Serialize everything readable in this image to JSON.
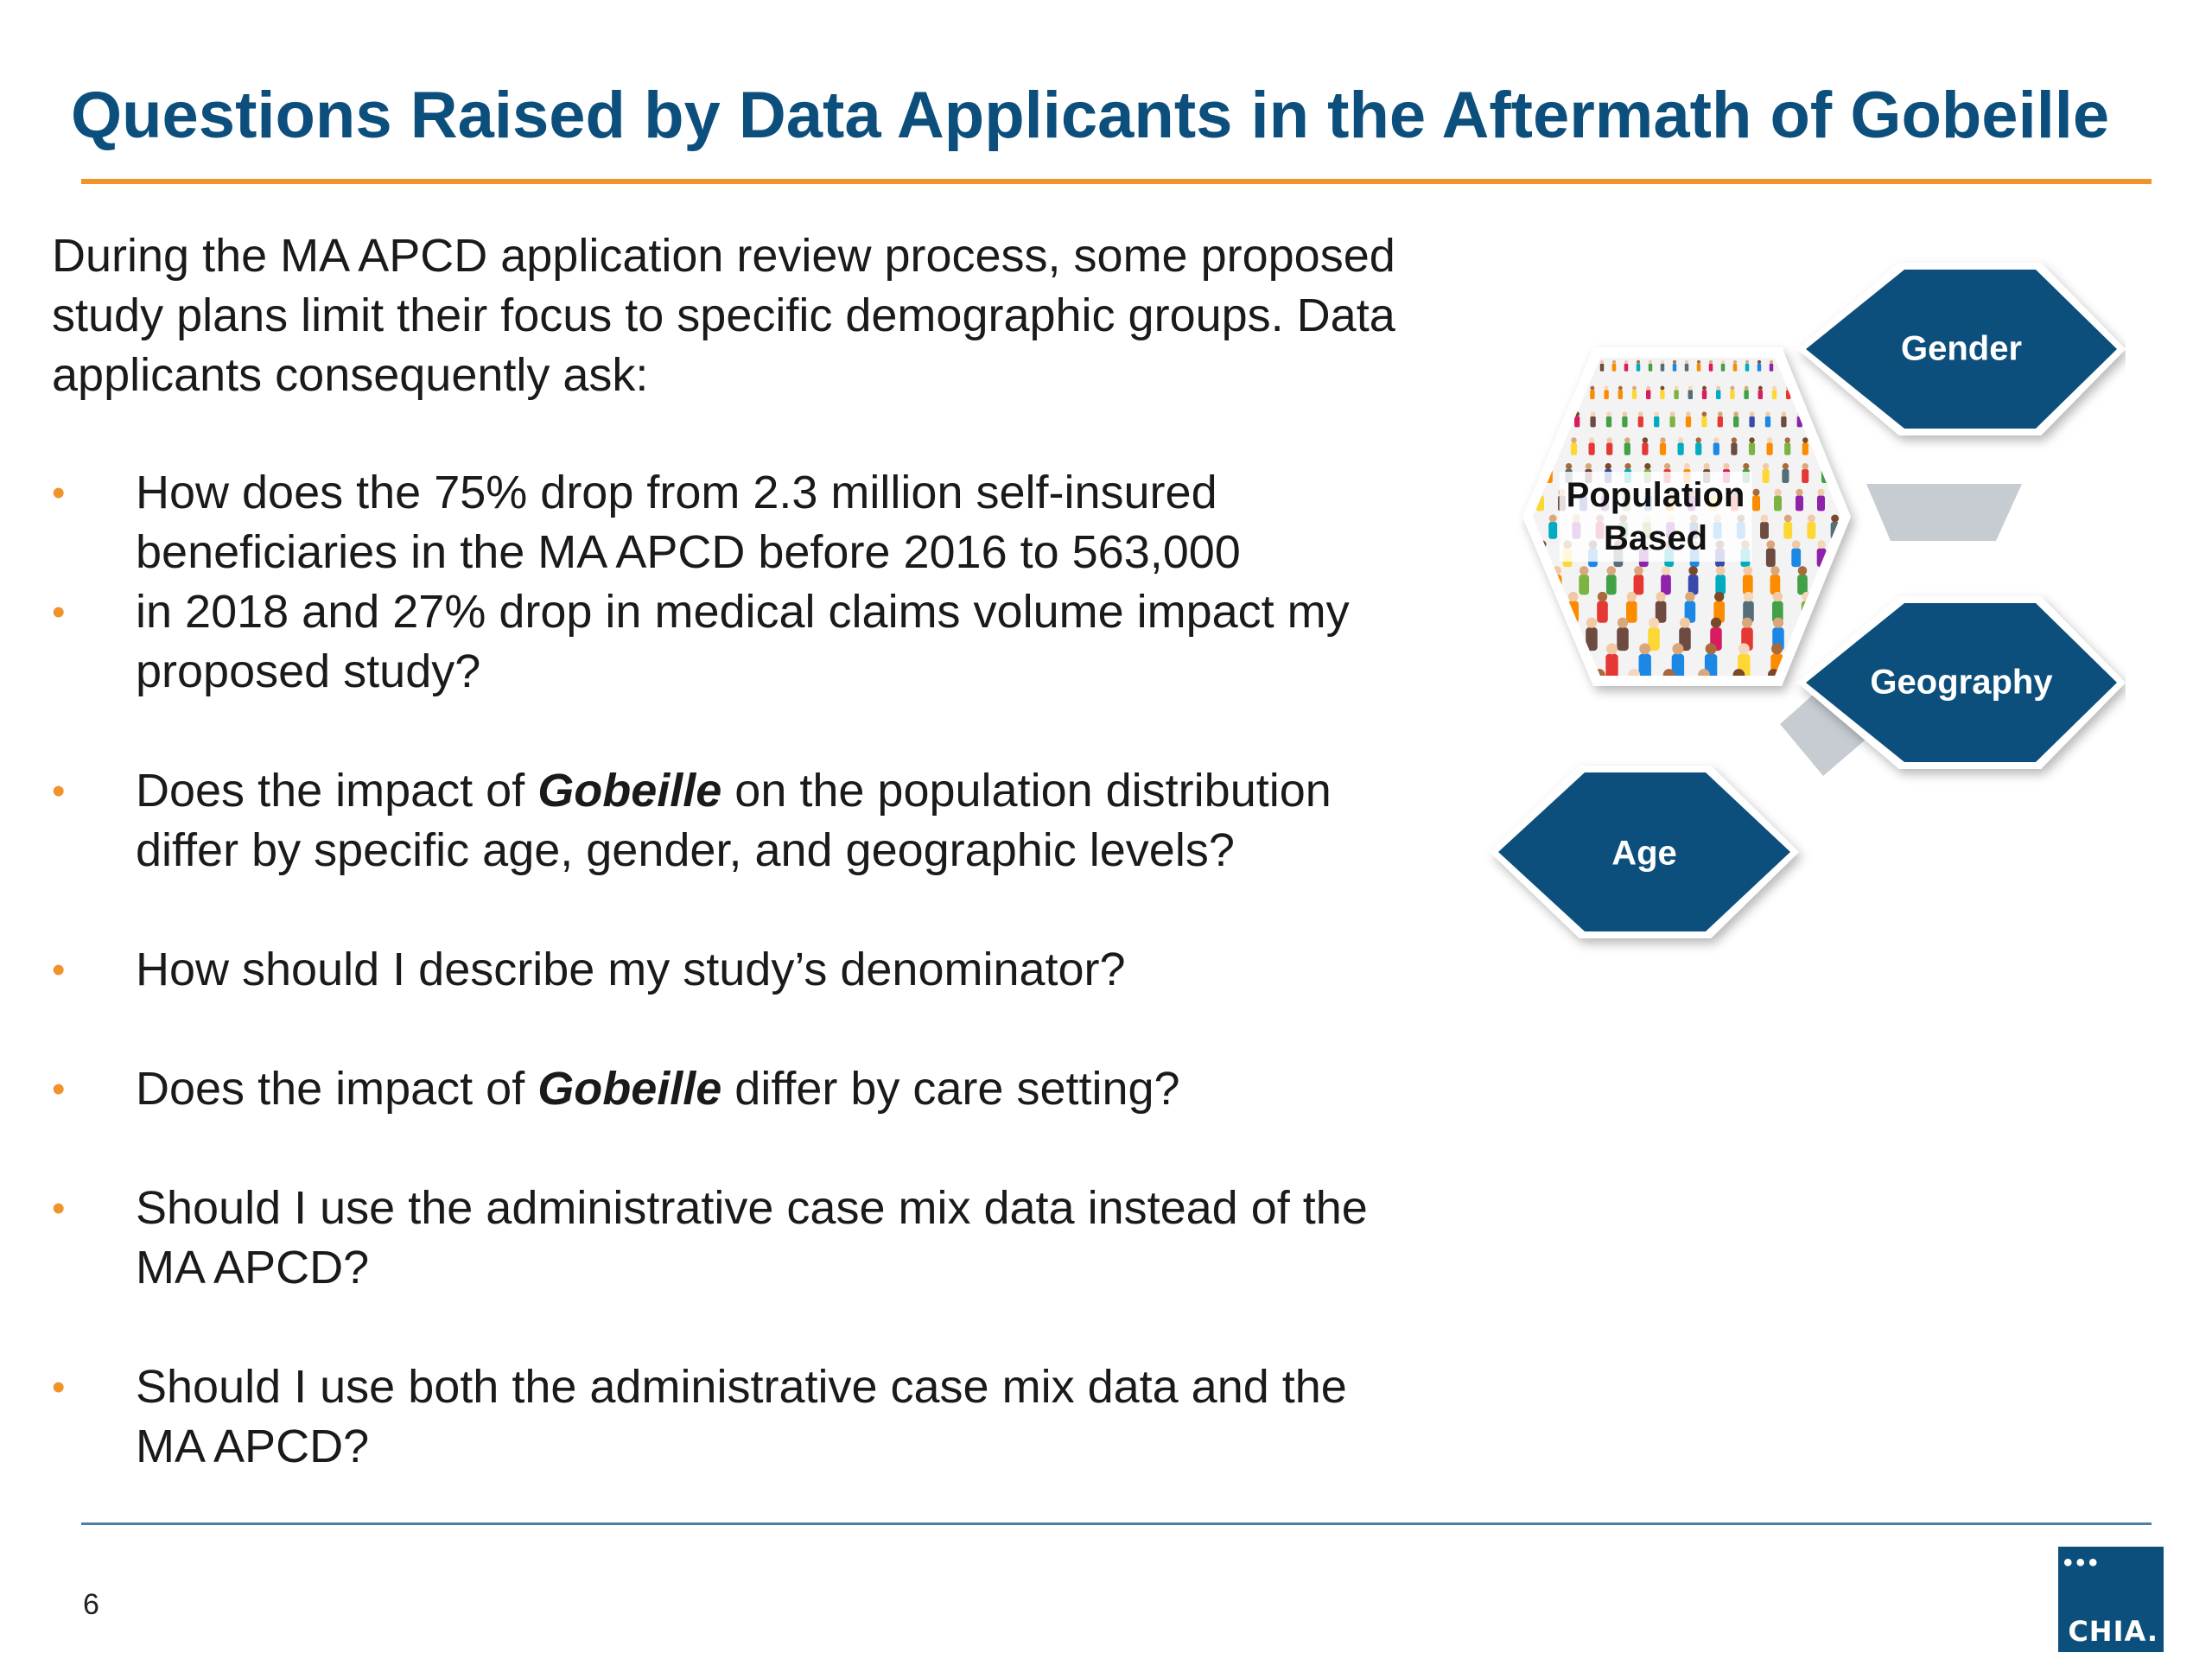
{
  "slide": {
    "title": "Questions Raised by Data Applicants in the Aftermath of Gobeille",
    "intro": "During the MA APCD application review process, some proposed study plans limit their focus to specific demographic groups. Data applicants consequently ask:",
    "bullet_glyph": "•",
    "bullets": [
      {
        "lines": [
          "How does the 75% drop from 2.3 million self-insured",
          "beneficiaries in the MA APCD before 2016 to 563,000",
          "in 2018  and 27% drop in medical claims volume impact my",
          "proposed study?"
        ]
      },
      {
        "before": "Does the impact of ",
        "emphasis": "Gobeille",
        "after": " on the population distribution",
        "line2": "differ by specific age, gender,  and geographic levels?"
      },
      {
        "text": "How should I describe my study’s denominator?"
      },
      {
        "before": "Does the impact of ",
        "emphasis": "Gobeille",
        "after": " differ by care setting?"
      },
      {
        "line1": "Should I use the administrative case mix data instead of the",
        "line2": "MA APCD?"
      },
      {
        "line1": "Should I use both the administrative case mix data and the",
        "line2": "MA APCD?"
      }
    ]
  },
  "graphic": {
    "center_label_line1": "Population",
    "center_label_line2": "Based",
    "hexagons": [
      "Gender",
      "Geography",
      "Age"
    ],
    "colors": {
      "hex_fill": "#0d4f7c",
      "connector": "#c7ccd2",
      "accent": "#f0932b"
    }
  },
  "footer": {
    "page_number": "6",
    "logo_text": "CHIA.",
    "logo_dots": "•••"
  }
}
